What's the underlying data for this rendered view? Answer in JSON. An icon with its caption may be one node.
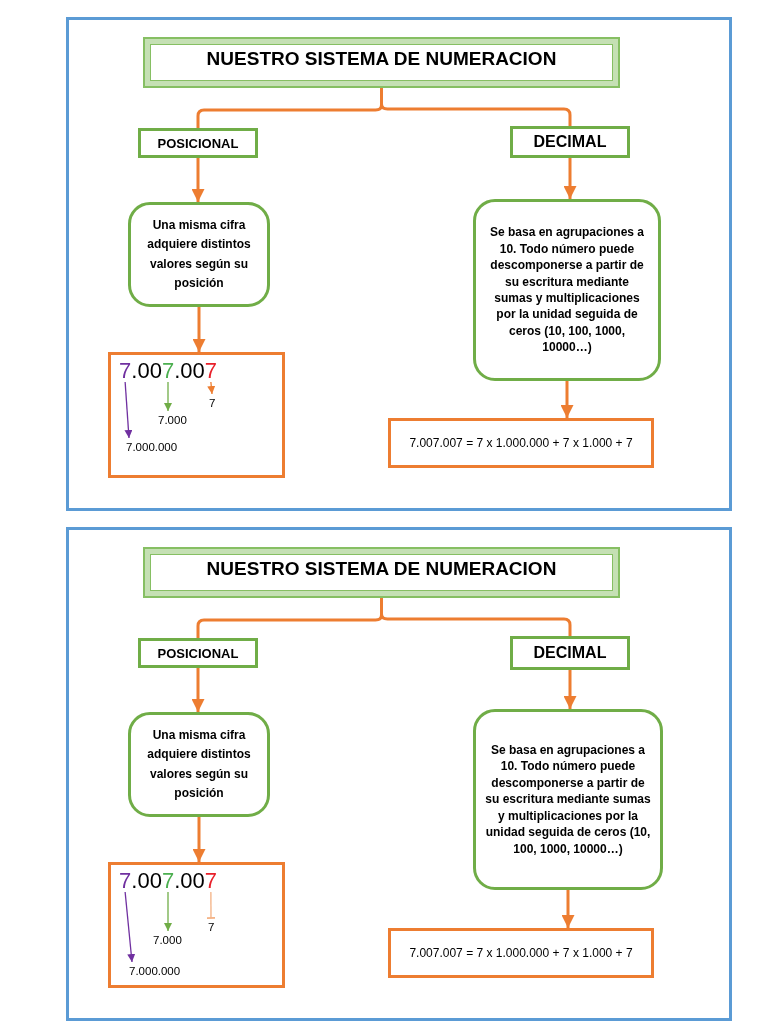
{
  "diagram": {
    "nodes": [
      {
        "text": [],
        "shape": "box"
      },
      {
        "text": [
          "NUESTRO SISTEMA DE NUMERACION"
        ],
        "in": 0
      },
      {
        "text": [
          "POSICIONAL"
        ],
        "in": 0
      },
      {
        "text": [
          "DECIMAL"
        ],
        "in": 0
      },
      {
        "text": [
          "Una misma cifra adquiere distintos valores según su posición"
        ],
        "in": 0
      },
      {
        "text": [
          "Se basa en agrupaciones a 10. Todo número puede descomponerse a partir de su escritura mediante sumas y multiplicaciones por la unidad seguida de ceros (10, 100, 1000, 10000…)"
        ],
        "in": 0
      },
      {
        "text": [],
        "shape": "box",
        "in": 0
      },
      {
        "text": [
          "7.007.007"
        ],
        "in": 6
      },
      {
        "text": [
          "7"
        ],
        "in": 6
      },
      {
        "text": [
          "7.000"
        ],
        "in": 6
      },
      {
        "text": [
          "7.000.000"
        ],
        "in": 6
      },
      {
        "text": [
          "7.007.007 = 7 x 1.000.000 + 7 x 1.000 + 7"
        ],
        "in": 0
      },
      {
        "text": [],
        "shape": "box"
      },
      {
        "text": [
          "NUESTRO SISTEMA DE NUMERACION"
        ],
        "in": 12
      },
      {
        "text": [
          "POSICIONAL"
        ],
        "in": 12
      },
      {
        "text": [
          "DECIMAL"
        ],
        "in": 12
      },
      {
        "text": [
          "Una misma cifra adquiere distintos valores según su posición"
        ],
        "in": 12
      },
      {
        "text": [
          "Se basa en agrupaciones a 10. Todo número puede descomponerse a partir de su escritura mediante sumas y multiplicaciones por la unidad seguida de ceros (10, 100, 1000, 10000…)"
        ],
        "in": 12
      },
      {
        "text": [],
        "shape": "box",
        "in": 12
      },
      {
        "text": [
          "7.007.007"
        ],
        "in": 18
      },
      {
        "text": [
          "7"
        ],
        "in": 18
      },
      {
        "text": [
          "7.000"
        ],
        "in": 18
      },
      {
        "text": [
          "7.000.000"
        ],
        "in": 18
      },
      {
        "text": [
          "7.007.007 = 7 x 1.000.000 + 7 x 1.000 + 7"
        ],
        "in": 12
      }
    ],
    "edges": [
      {
        "from": 1,
        "to": 2,
        "arrow": "none"
      },
      {
        "from": 1,
        "to": 3,
        "arrow": "none"
      },
      {
        "from": 2,
        "to": 4,
        "arrow": "to"
      },
      {
        "from": 3,
        "to": 5,
        "arrow": "to"
      },
      {
        "from": 4,
        "to": 6,
        "arrow": "to"
      },
      {
        "from": 5,
        "to": 11,
        "arrow": "to"
      },
      {
        "from": 7,
        "to": 10,
        "arrow": "to",
        "color": "#7030a0"
      },
      {
        "from": 7,
        "to": 9,
        "arrow": "to",
        "color": "#70ad47"
      },
      {
        "from": 7,
        "to": 8,
        "arrow": "to"
      },
      {
        "from": 13,
        "to": 14,
        "arrow": "none"
      },
      {
        "from": 13,
        "to": 15,
        "arrow": "none"
      },
      {
        "from": 14,
        "to": 16,
        "arrow": "to"
      },
      {
        "from": 15,
        "to": 17,
        "arrow": "to"
      },
      {
        "from": 16,
        "to": 18,
        "arrow": "to"
      },
      {
        "from": 17,
        "to": 23,
        "arrow": "to"
      },
      {
        "from": 19,
        "to": 22,
        "arrow": "to",
        "color": "#7030a0"
      },
      {
        "from": 19,
        "to": 21,
        "arrow": "to",
        "color": "#70ad47"
      },
      {
        "from": 19,
        "to": 20,
        "arrow": "other",
        "color": "#f4b183"
      }
    ]
  }
}
